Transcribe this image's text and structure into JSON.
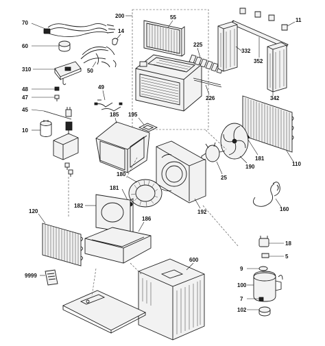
{
  "labels": {
    "p70": "70",
    "p60": "60",
    "p310": "310",
    "p48": "48",
    "p47": "47",
    "p45": "45",
    "p10": "10",
    "p14": "14",
    "p50": "50",
    "p49": "49",
    "p200": "200",
    "p55": "55",
    "p225": "225",
    "p226": "226",
    "p11": "11",
    "p332": "332",
    "p352": "352",
    "p342": "342",
    "p185": "185",
    "p195": "195",
    "p181a": "181",
    "p110": "110",
    "p190": "190",
    "p25": "25",
    "p180": "180",
    "p181b": "181",
    "p192": "192",
    "p182": "182",
    "p186": "186",
    "p120": "120",
    "p160": "160",
    "p18": "18",
    "p5": "5",
    "p9": "9",
    "p100": "100",
    "p7": "7",
    "p102": "102",
    "p600": "600",
    "p9999": "9999"
  }
}
